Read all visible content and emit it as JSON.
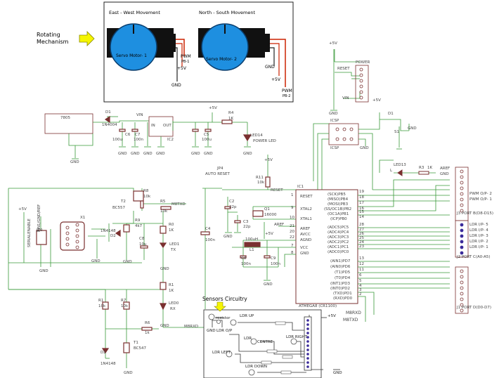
{
  "annotations": {
    "rotating_mechanism": "Rotating\nMechanism",
    "east_west": "East - West Movement",
    "north_south": "North - South Movement",
    "servo1": "Servo Motor- 1",
    "servo2": "Servo Motor- 2",
    "sensors_circuitry": "Sensors Circuitry"
  },
  "servo1_wires": {
    "pwm": "PWM",
    "pin": "PB-1",
    "vcc": "+5V",
    "gnd": "GND"
  },
  "servo2_wires": {
    "gnd": "GND",
    "vcc": "+5V",
    "pwm": "PWM",
    "pin": "PB-2"
  },
  "power_supply": {
    "u1": "7805",
    "d1": "D1",
    "d1_part": "1N4004",
    "vin": "VIN",
    "c6": "C6",
    "c6_val": "100u",
    "c7": "C7",
    "c7_val": "100n",
    "ic2": "IC2",
    "in": "IN",
    "out": "OUT",
    "c5": "C5",
    "c5_val": "100u",
    "vcc": "+5V",
    "r4": "R4",
    "r4_val": "1K",
    "led14": "LED14",
    "power_led": "POWER LED",
    "gnd": "GND"
  },
  "power_header": {
    "vcc": "+5V",
    "title": "POWER",
    "reset": "RESET",
    "vin": "VIN",
    "gnd": "GND"
  },
  "icsp": {
    "label": "ICSP",
    "label2": "ICSP",
    "vcc": "+5V",
    "gnd": "GND"
  },
  "d1_right": {
    "label": "D1",
    "gnd": "GND",
    "sw": "S1"
  },
  "jp4": {
    "label": "JP4",
    "auto_reset": "AUTO RESET"
  },
  "mcu": {
    "ic": "IC1",
    "part": "ATMEGA8 (CR1100)",
    "reset_net": "RESET",
    "r11": "R11",
    "r11_val": "10k",
    "vcc": "+5V",
    "c2": "C2",
    "c2_val": "22p",
    "c3": "C3",
    "c3_val": "22p",
    "q1": "Q1",
    "q1_val": "16000",
    "aref": "AREF",
    "l1": "L1",
    "l1_val": "100uH",
    "c8": "C8",
    "c8_val": "100n",
    "c9": "C9",
    "c9_val": "100n",
    "gnd": "GND",
    "left_pins": [
      "RESET",
      "XTAL2",
      "XTAL1",
      "AREF",
      "AVCC",
      "AGND",
      "VCC",
      "GND"
    ],
    "right_pins_b": [
      "(SCK)PB5",
      "(MISO)PB4",
      "(MOSI)PB3",
      "(SS/OC1B)PB2",
      "(OC1A)PB1",
      "(ICP)PB0"
    ],
    "right_pins_c": [
      "(ADC5)PC5",
      "(ADC4)PC4",
      "(ADC3)PC3",
      "(ADC2)PC2",
      "(ADC1)PC1",
      "(ADC0)PC0"
    ],
    "right_pins_d": [
      "(AIN1)PD7",
      "(AIN0)PD6",
      "(T1)PD5",
      "(T0)PD4",
      "(INT1)PD3",
      "(INT0)PD2",
      "(TXD)PD1",
      "(RXD)PD0"
    ],
    "pin_nums_b": [
      "19",
      "18",
      "17",
      "16",
      "15",
      "14"
    ],
    "pin_nums_c": [
      "28",
      "27",
      "26",
      "25",
      "24",
      "23"
    ],
    "pin_nums_d": [
      "13",
      "12",
      "11",
      "6",
      "5",
      "4",
      "3",
      "2"
    ],
    "pin_nums_left": [
      "1",
      "9",
      "10",
      "21",
      "20",
      "22",
      "7",
      "8"
    ]
  },
  "led13": {
    "label": "LED13",
    "l": "L",
    "r": "R3",
    "r_val": "1K",
    "aref": "AREF",
    "gnd": "GND"
  },
  "headers": {
    "j3": "J3 PORT B(D8-D15)",
    "j2": "J2 PORT C(A0-A5)",
    "j1": "J1 PORT D(D0-D7)",
    "pwm2": "PWM O/P- 2",
    "pwm1": "PWM O/P- 1",
    "ldr_labels": [
      "LDR I/P- 5",
      "LDR I/P- 4",
      "LDR I/P- 3",
      "LDR I/P- 2",
      "LDR I/P- 1"
    ]
  },
  "serial": {
    "m8rxd_top": "M8TXD",
    "m8rxd": "M8RXD",
    "m8txd": "M8TXD",
    "t2": "T2",
    "t2_part": "BC557",
    "r8": "R8",
    "r8_val": "10k",
    "r5": "R5",
    "r5_val": "10k",
    "r9": "R9",
    "r9_val": "4k7",
    "d2a": "D2",
    "d2_part_a": "1N4148",
    "c8": "C8",
    "c8_val": "10u",
    "r0": "R0",
    "r0_val": "1K",
    "led1": "LED1",
    "tx": "TX",
    "c4": "C4",
    "c4_val": "100n",
    "x1": "X1",
    "vcc": "+5V",
    "jp0": "JP0",
    "serial_enable": "SERIALENABLE",
    "pins": "PIN1/GND/REF",
    "r1a": "R1",
    "r1a_val": "1K",
    "led0": "LED0",
    "rx": "RX",
    "r1b": "R1",
    "r1b_val": "10k",
    "r7": "R7",
    "r7_val": "10k",
    "r6": "R6",
    "r6_val": "1k",
    "t1": "T1",
    "t1_part": "BC547",
    "d2b": "D2",
    "d2_part_b": "1N4148",
    "gnd": "GND"
  },
  "sensors": {
    "resistor": "resistor",
    "gnd": "GND",
    "ldr_op": "LDR O/P",
    "vcc": "+5V",
    "ldr_up": "LDR UP",
    "ldr": "LDR",
    "centre": "CENTRE",
    "ldr_right": "LDR RIGHT",
    "ldr_left": "LDR LEFT",
    "ldr_down": "LDR DOWN"
  },
  "colors": {
    "line": "#1a1a1a",
    "green": "#3a9a3a",
    "red": "#cc2200",
    "blue": "#1e8fe0",
    "yellow": "#f5f500",
    "purple": "#3a2a9a"
  }
}
